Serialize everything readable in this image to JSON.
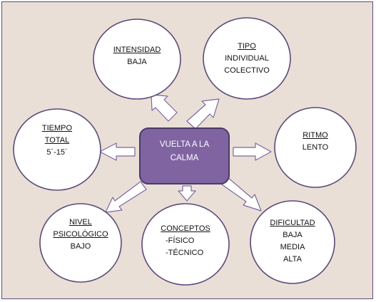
{
  "center": {
    "line1": "VUELTA A LA",
    "line2": "CALMA"
  },
  "nodes": {
    "intensidad": {
      "heading": "INTENSIDAD",
      "lines": [
        "BAJA"
      ]
    },
    "tipo": {
      "heading": "TIPO",
      "lines": [
        "INDIVIDUAL",
        "COLECTIVO"
      ]
    },
    "tiempo": {
      "heading": "TIEMPO",
      "lines": [
        "TOTAL",
        "5´-15´"
      ]
    },
    "ritmo": {
      "heading": "RITMO",
      "lines": [
        "LENTO"
      ]
    },
    "nivel": {
      "heading": "NIVEL",
      "heading2": "PSICOLÓGICO",
      "lines": [
        "BAJO"
      ]
    },
    "conceptos": {
      "heading": "CONCEPTOS",
      "lines": [
        "-FÍSICO",
        "-TÉCNICO"
      ]
    },
    "dificultad": {
      "heading": "DIFICULTAD",
      "lines": [
        "BAJA",
        "MEDIA",
        "ALTA"
      ]
    }
  },
  "colors": {
    "background": "#e9dfd6",
    "frame_border": "#5b4a78",
    "circle_fill": "#ffffff",
    "circle_stroke": "#5b4a78",
    "center_fill": "#8064a2",
    "center_stroke": "#4a3a66",
    "arrow_fill": "#ffffff",
    "arrow_stroke": "#7a68a0"
  }
}
